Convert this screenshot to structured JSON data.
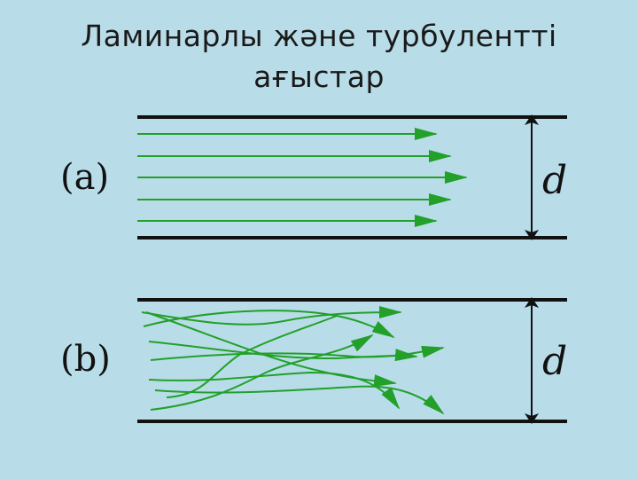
{
  "title": {
    "line1": "Ламинарлы және турбулентті",
    "line2": "ағыстар"
  },
  "panels": [
    {
      "label": "(a)",
      "dimension_label": "d",
      "flow": "laminar"
    },
    {
      "label": "(b)",
      "dimension_label": "d",
      "flow": "turbulent"
    }
  ],
  "colors": {
    "background": "#b9dde8",
    "wall": "#111111",
    "streamline": "#22a02a",
    "dimension_arrow": "#111111"
  }
}
